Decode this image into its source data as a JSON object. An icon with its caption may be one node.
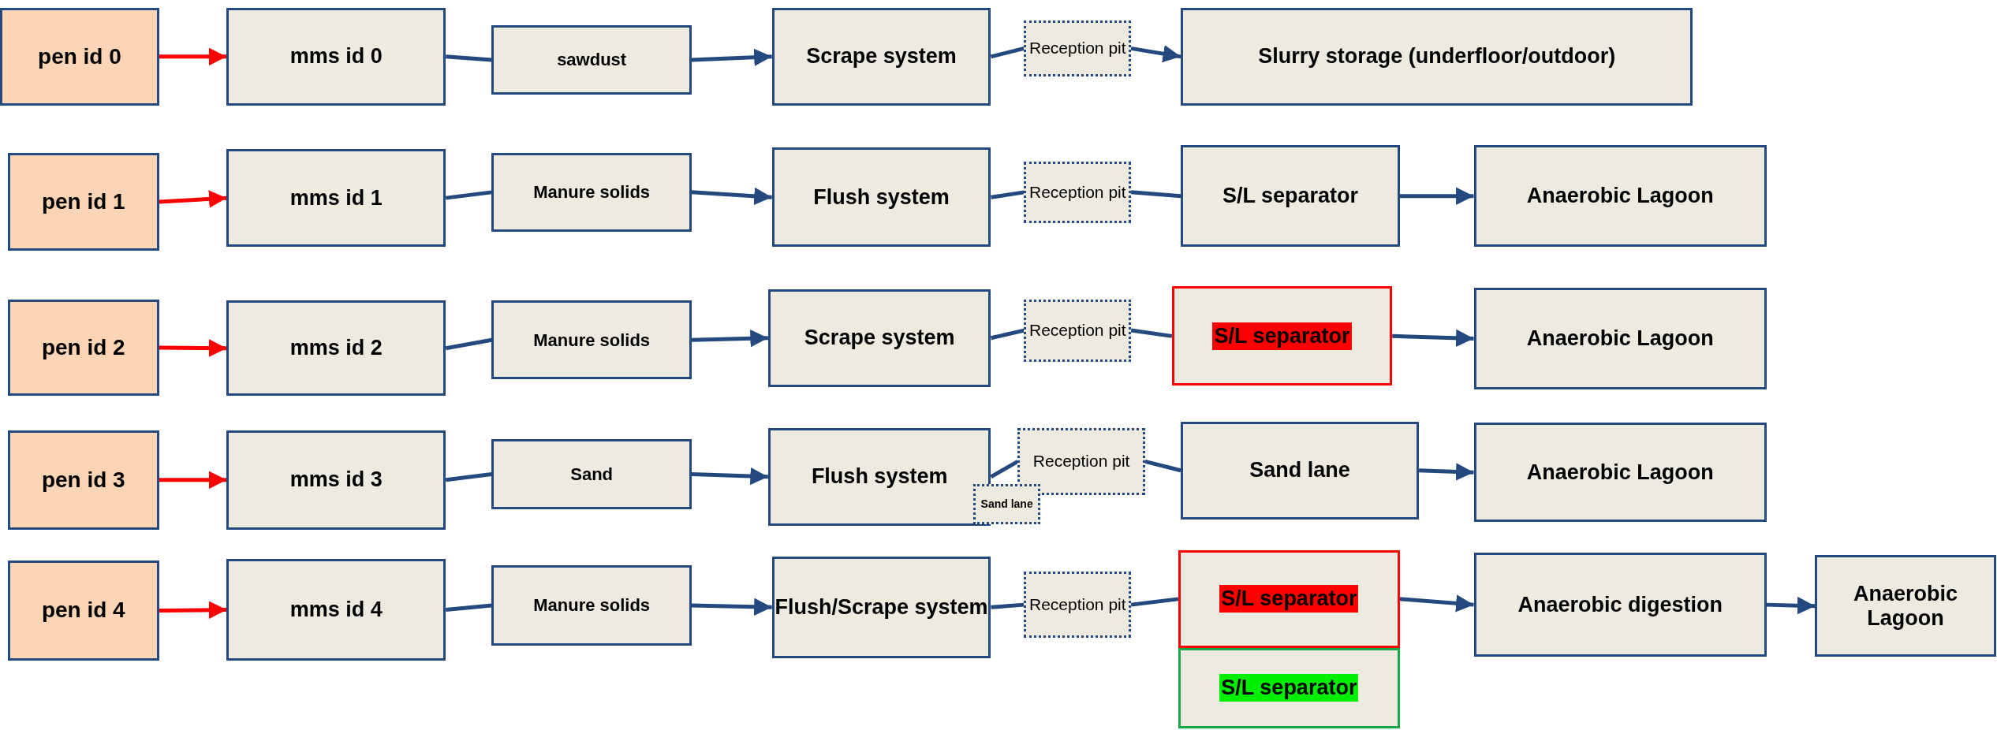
{
  "diagram": {
    "nodes": [
      {
        "text": [
          "pen id 0"
        ]
      },
      {
        "text": [
          "mms id 0"
        ]
      },
      {
        "text": [
          "sawdust"
        ]
      },
      {
        "text": [
          "Scrape system"
        ]
      },
      {
        "text": [
          "Reception pit"
        ]
      },
      {
        "text": [
          "Slurry storage (underfloor/outdoor)"
        ]
      },
      {
        "text": [
          "pen id 1"
        ]
      },
      {
        "text": [
          "mms id 1"
        ]
      },
      {
        "text": [
          "Manure solids"
        ]
      },
      {
        "text": [
          "Flush system"
        ]
      },
      {
        "text": [
          "Reception pit"
        ]
      },
      {
        "text": [
          "S/L separator"
        ]
      },
      {
        "text": [
          "Anaerobic Lagoon"
        ]
      },
      {
        "text": [
          "pen id 2"
        ]
      },
      {
        "text": [
          "mms id 2"
        ]
      },
      {
        "text": [
          "Manure solids"
        ]
      },
      {
        "text": [
          "Scrape system"
        ]
      },
      {
        "text": [
          "Reception pit"
        ]
      },
      {
        "text": [
          "S/L separator"
        ]
      },
      {
        "text": [
          "Anaerobic Lagoon"
        ]
      },
      {
        "text": [
          "pen id 3"
        ]
      },
      {
        "text": [
          "mms id 3"
        ]
      },
      {
        "text": [
          "Sand"
        ]
      },
      {
        "text": [
          "Flush system"
        ]
      },
      {
        "text": [
          "Sand lane"
        ]
      },
      {
        "text": [
          "Reception pit"
        ]
      },
      {
        "text": [
          "Sand lane"
        ]
      },
      {
        "text": [
          "Anaerobic Lagoon"
        ]
      },
      {
        "text": [
          "pen id 4"
        ]
      },
      {
        "text": [
          "mms id 4"
        ]
      },
      {
        "text": [
          "Manure solids"
        ]
      },
      {
        "text": [
          "Flush/Scrape system"
        ]
      },
      {
        "text": [
          "Reception pit"
        ]
      },
      {
        "text": [
          "S/L separator"
        ]
      },
      {
        "text": [
          "S/L separator"
        ]
      },
      {
        "text": [
          "Anaerobic digestion"
        ]
      },
      {
        "text": [
          "Anaerobic Lagoon"
        ]
      }
    ],
    "edges": [
      {
        "from": 0,
        "to": 1,
        "arrow": "to",
        "color": "#ff0000"
      },
      {
        "from": 1,
        "to": 2,
        "arrow": "none"
      },
      {
        "from": 2,
        "to": 3,
        "arrow": "to"
      },
      {
        "from": 3,
        "to": 4,
        "arrow": "none"
      },
      {
        "from": 4,
        "to": 5,
        "arrow": "to"
      },
      {
        "from": 6,
        "to": 7,
        "arrow": "to",
        "color": "#ff0000"
      },
      {
        "from": 7,
        "to": 8,
        "arrow": "none"
      },
      {
        "from": 8,
        "to": 9,
        "arrow": "to"
      },
      {
        "from": 9,
        "to": 10,
        "arrow": "none"
      },
      {
        "from": 10,
        "to": 11,
        "arrow": "none"
      },
      {
        "from": 11,
        "to": 12,
        "arrow": "to"
      },
      {
        "from": 13,
        "to": 14,
        "arrow": "to",
        "color": "#ff0000"
      },
      {
        "from": 14,
        "to": 15,
        "arrow": "none"
      },
      {
        "from": 15,
        "to": 16,
        "arrow": "to"
      },
      {
        "from": 16,
        "to": 17,
        "arrow": "none"
      },
      {
        "from": 17,
        "to": 18,
        "arrow": "none"
      },
      {
        "from": 18,
        "to": 19,
        "arrow": "to"
      },
      {
        "from": 20,
        "to": 21,
        "arrow": "to",
        "color": "#ff0000"
      },
      {
        "from": 21,
        "to": 22,
        "arrow": "none"
      },
      {
        "from": 22,
        "to": 23,
        "arrow": "to"
      },
      {
        "from": 23,
        "to": 25,
        "arrow": "none"
      },
      {
        "from": 25,
        "to": 26,
        "arrow": "none"
      },
      {
        "from": 26,
        "to": 27,
        "arrow": "to"
      },
      {
        "from": 28,
        "to": 29,
        "arrow": "to",
        "color": "#ff0000"
      },
      {
        "from": 29,
        "to": 30,
        "arrow": "none"
      },
      {
        "from": 30,
        "to": 31,
        "arrow": "to"
      },
      {
        "from": 31,
        "to": 32,
        "arrow": "none"
      },
      {
        "from": 32,
        "to": 33,
        "arrow": "none"
      },
      {
        "from": 33,
        "to": 35,
        "arrow": "to"
      },
      {
        "from": 35,
        "to": 36,
        "arrow": "to"
      }
    ]
  }
}
